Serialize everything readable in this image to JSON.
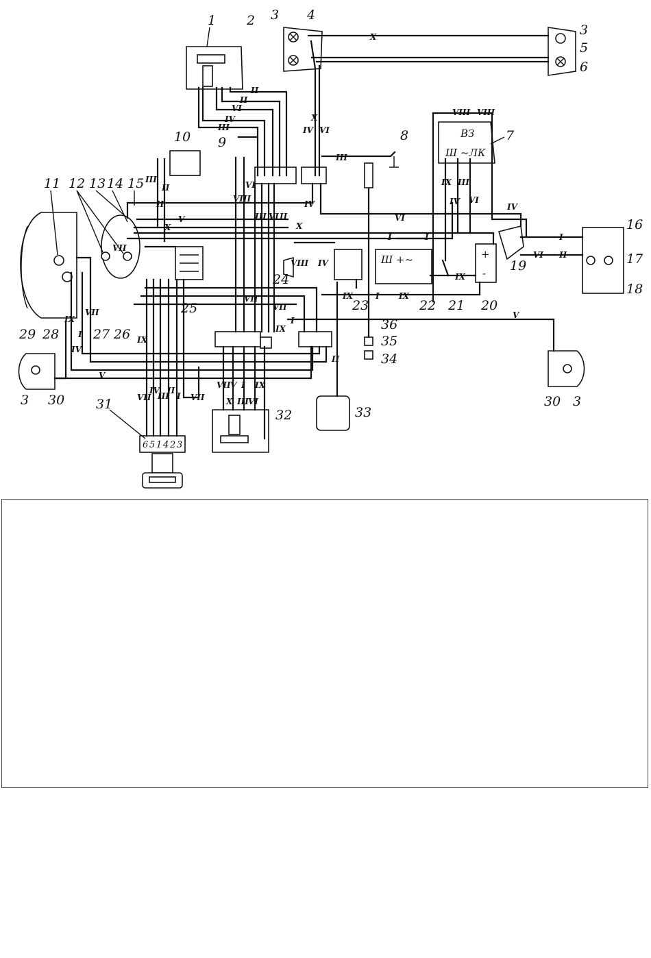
{
  "figure": {
    "component_numbers": [
      "1",
      "2",
      "3",
      "4",
      "5",
      "6",
      "7",
      "8",
      "9",
      "10",
      "11",
      "12",
      "13",
      "14",
      "15",
      "16",
      "17",
      "18",
      "19",
      "20",
      "21",
      "22",
      "23",
      "24",
      "25",
      "26",
      "27",
      "28",
      "29",
      "30",
      "31",
      "32",
      "33",
      "34",
      "35",
      "36"
    ],
    "wire_marks": {
      "i": "I",
      "ii": "II",
      "iii": "III",
      "iv": "IV",
      "v": "V",
      "vi": "VI",
      "vii": "VII",
      "viii": "VIII",
      "ix": "IX",
      "x": "X"
    },
    "regulator_label": "ВЗ",
    "regulator_terminals": "Ш ~ЛК",
    "generator_label": "Ш  +~",
    "battery_plus": "+",
    "battery_minus": "-",
    "switch_digits": [
      "6",
      "5",
      "1",
      "4",
      "2",
      "3"
    ]
  },
  "caption_panel": {
    "text": ""
  }
}
